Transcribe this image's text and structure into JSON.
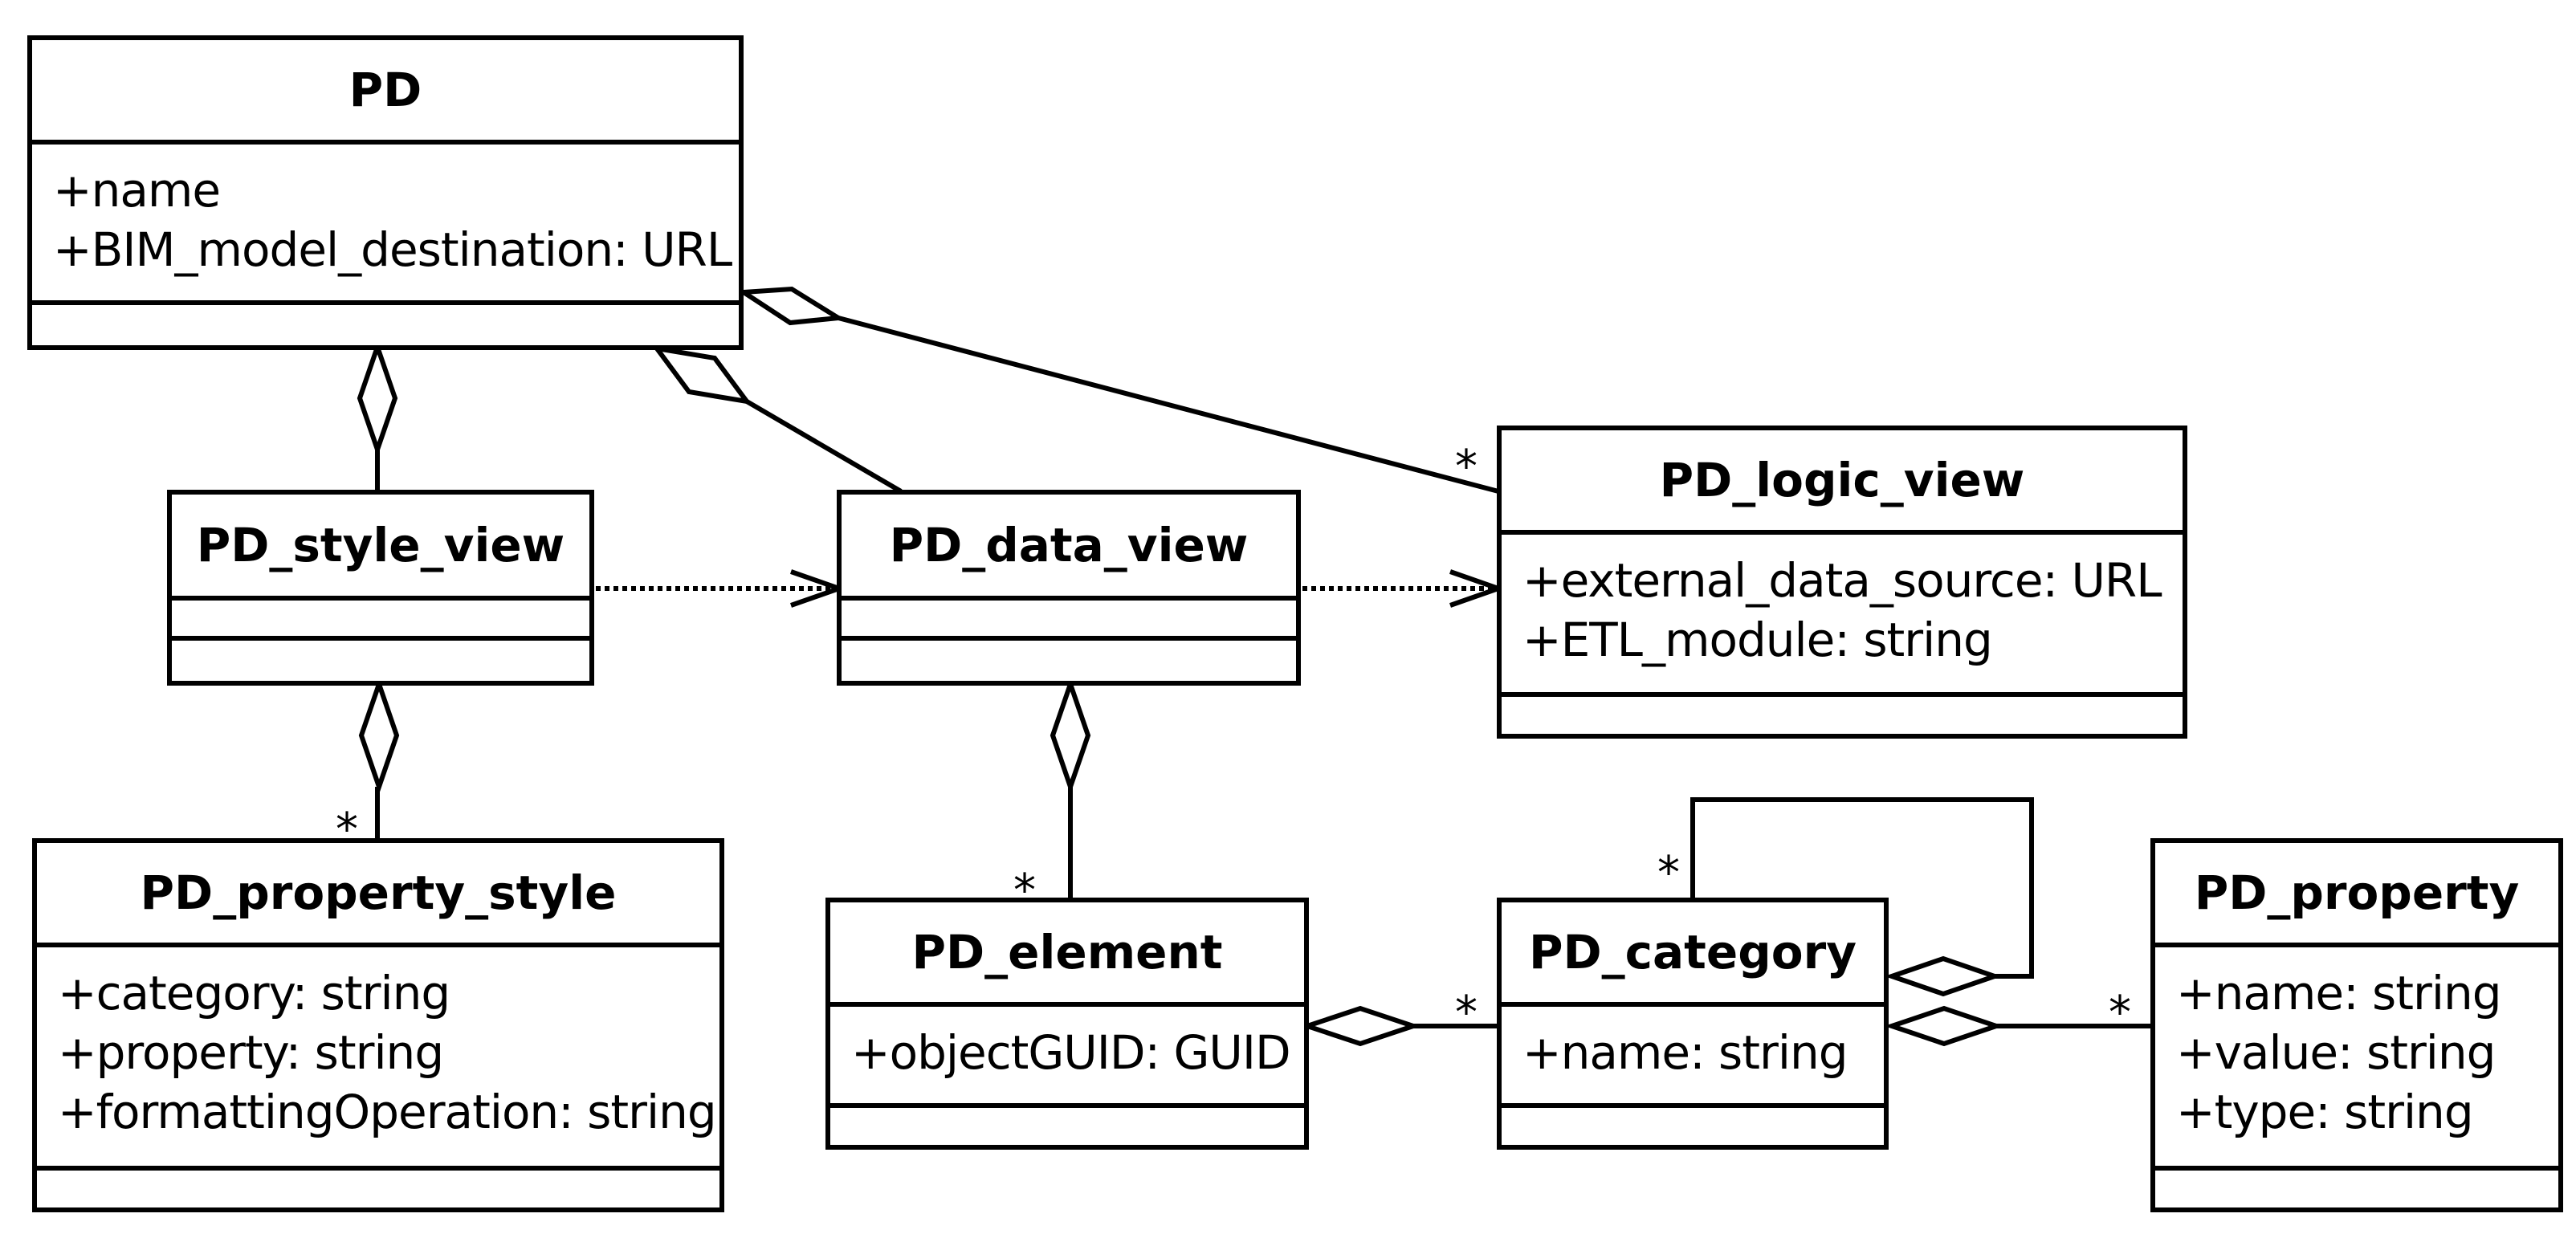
{
  "classes": {
    "pd": {
      "name": "PD",
      "attributes": [
        "+name",
        "+BIM_model_destination: URL"
      ]
    },
    "style_view": {
      "name": "PD_style_view",
      "attributes": []
    },
    "data_view": {
      "name": "PD_data_view",
      "attributes": []
    },
    "logic_view": {
      "name": "PD_logic_view",
      "attributes": [
        "+external_data_source: URL",
        "+ETL_module: string"
      ]
    },
    "property_style": {
      "name": "PD_property_style",
      "attributes": [
        "+category: string",
        "+property: string",
        "+formattingOperation: string"
      ]
    },
    "element": {
      "name": "PD_element",
      "attributes": [
        "+objectGUID: GUID"
      ]
    },
    "category": {
      "name": "PD_category",
      "attributes": [
        "+name: string"
      ]
    },
    "property": {
      "name": "PD_property",
      "attributes": [
        "+name: string",
        "+value: string",
        "+type: string"
      ]
    }
  },
  "multiplicities": {
    "logic_view": "*",
    "property_style": "*",
    "element": "*",
    "category_self": "*",
    "category_from_element": "*",
    "property": "*"
  },
  "relations": [
    {
      "type": "aggregation",
      "whole": "PD",
      "part": "PD_style_view"
    },
    {
      "type": "aggregation",
      "whole": "PD",
      "part": "PD_data_view"
    },
    {
      "type": "aggregation",
      "whole": "PD",
      "part": "PD_logic_view"
    },
    {
      "type": "dependency",
      "from": "PD_style_view",
      "to": "PD_data_view"
    },
    {
      "type": "dependency",
      "from": "PD_data_view",
      "to": "PD_logic_view"
    },
    {
      "type": "aggregation",
      "whole": "PD_style_view",
      "part": "PD_property_style"
    },
    {
      "type": "aggregation",
      "whole": "PD_data_view",
      "part": "PD_element"
    },
    {
      "type": "aggregation",
      "whole": "PD_element",
      "part": "PD_category"
    },
    {
      "type": "aggregation",
      "whole": "PD_category",
      "part": "PD_category"
    },
    {
      "type": "aggregation",
      "whole": "PD_category",
      "part": "PD_property"
    }
  ]
}
